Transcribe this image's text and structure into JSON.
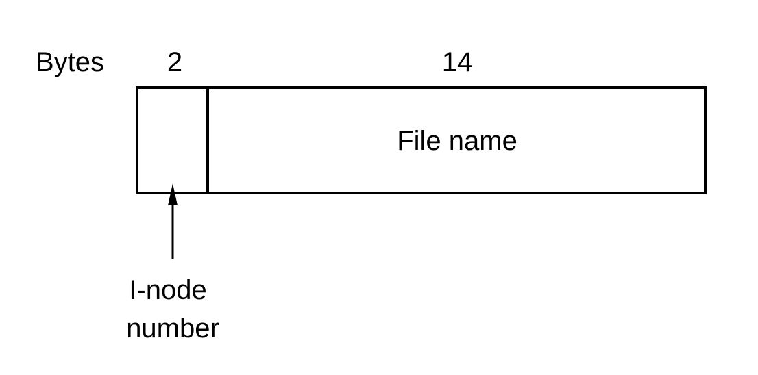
{
  "bytes_label": "Bytes",
  "fields": [
    {
      "size": "2",
      "name": ""
    },
    {
      "size": "14",
      "name": "File name"
    }
  ],
  "annotation": {
    "line1": "I-node",
    "line2": "number"
  }
}
